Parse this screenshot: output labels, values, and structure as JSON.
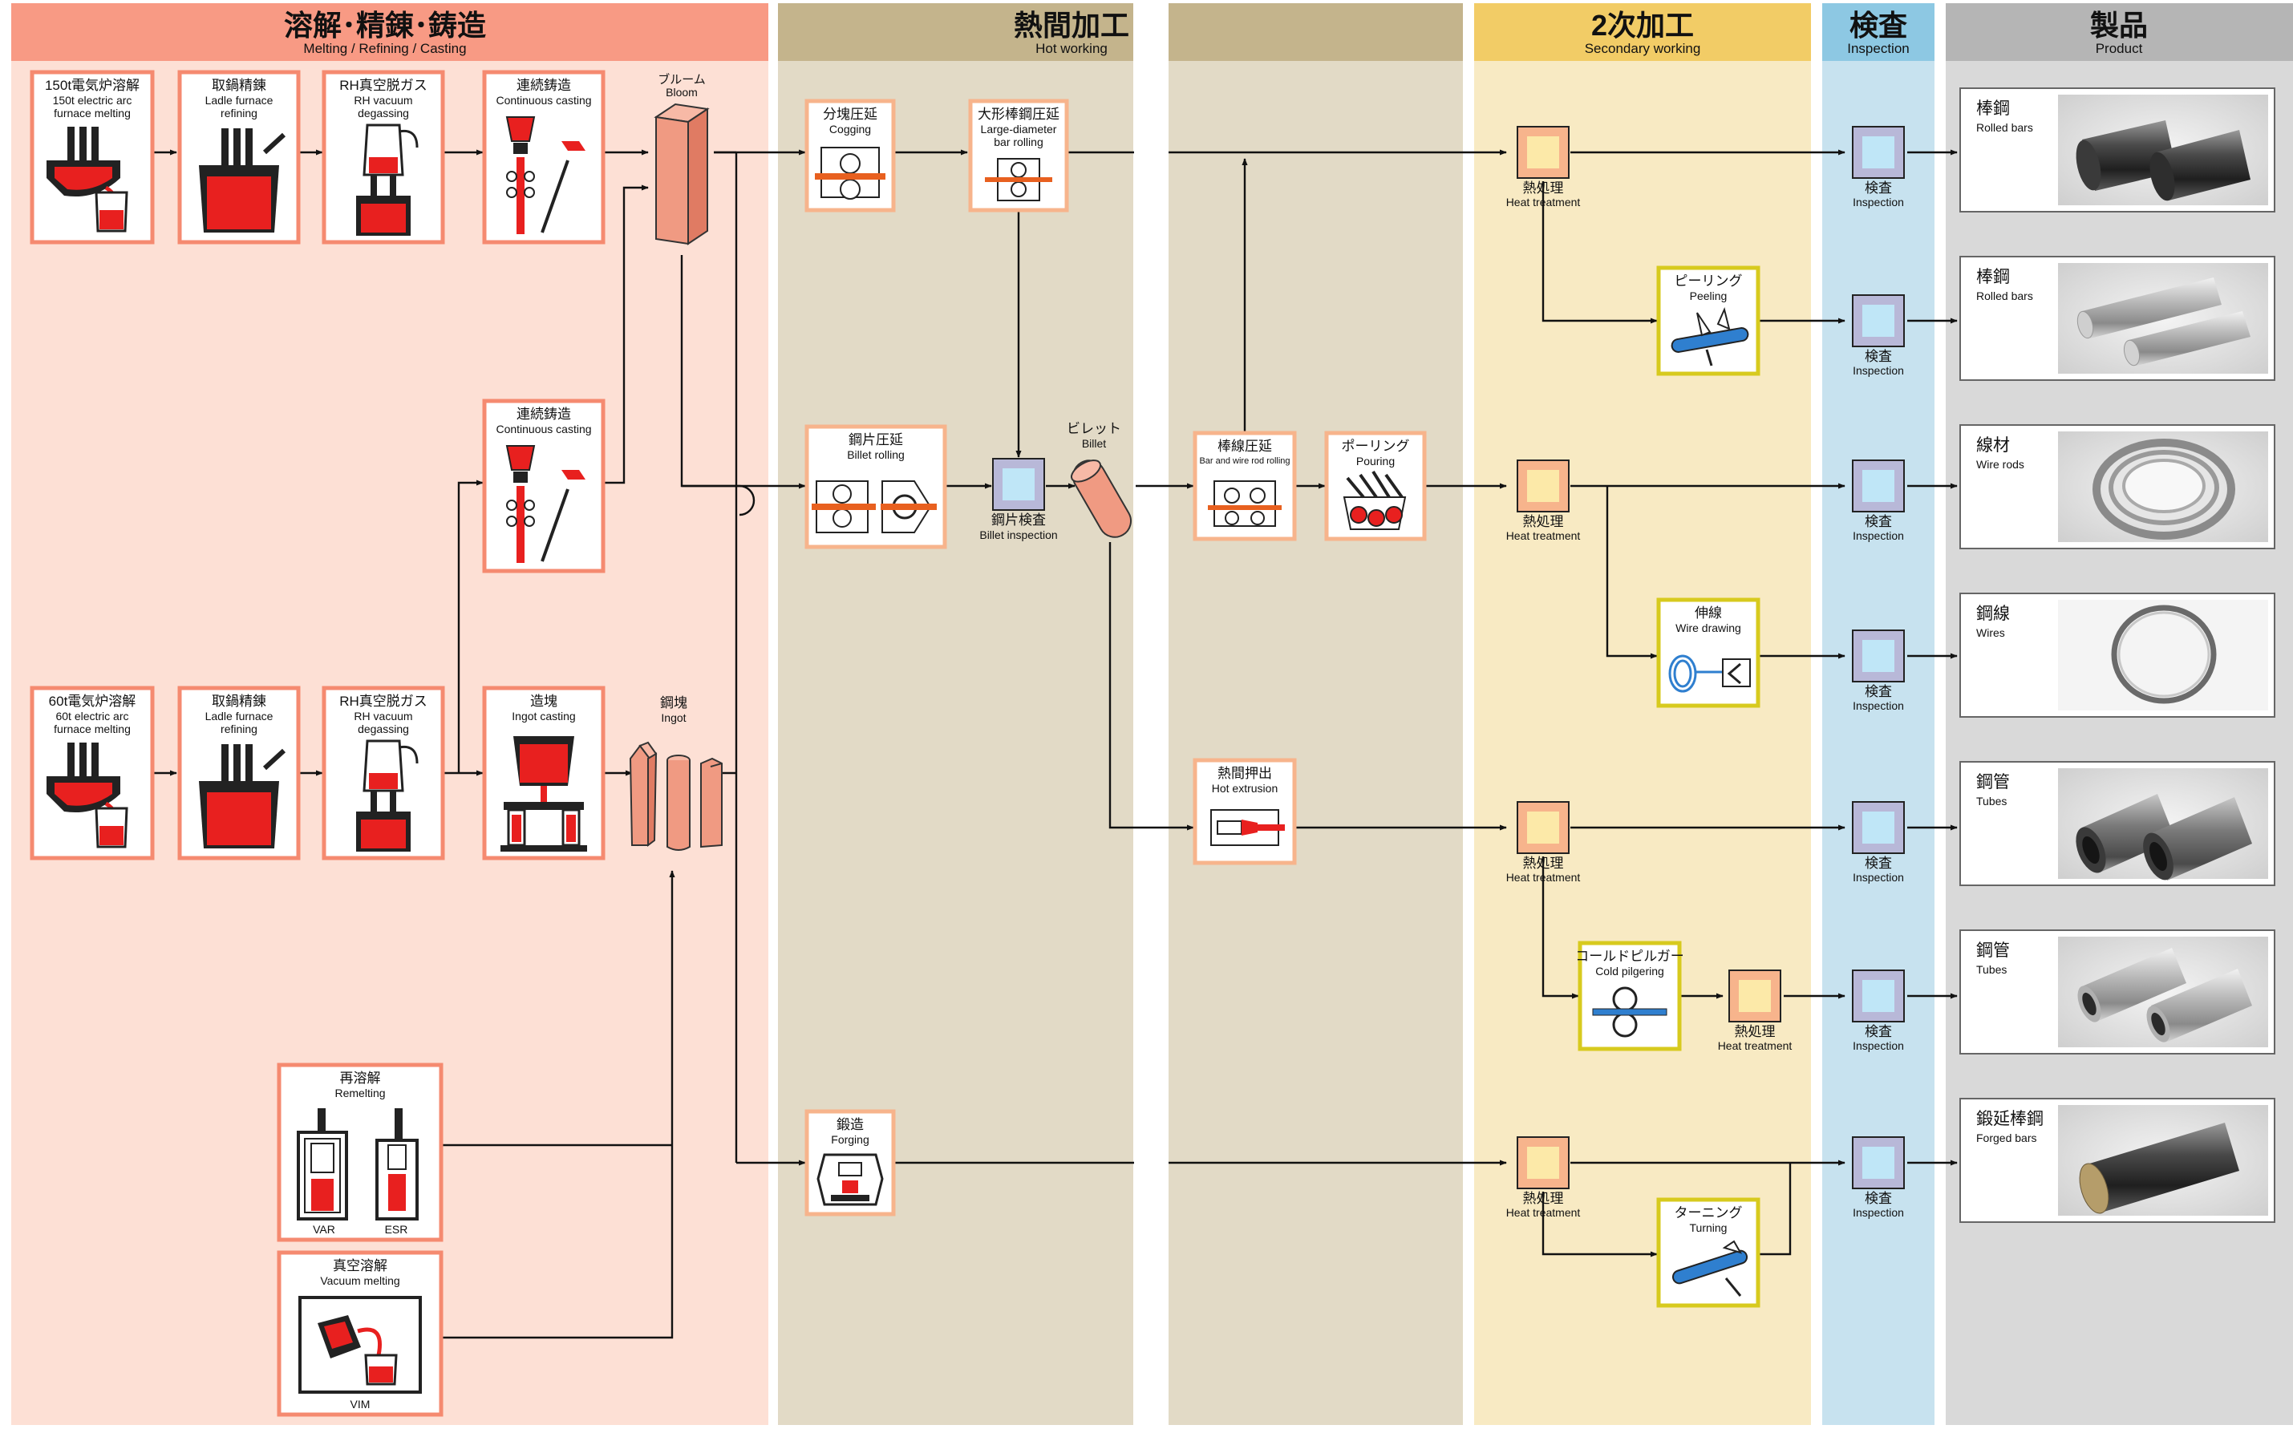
{
  "columns": {
    "melting": {
      "ja": "溶解･精錬･鋳造",
      "en": "Melting / Refining / Casting"
    },
    "hot": {
      "ja": "熱間加工",
      "en": "Hot working"
    },
    "secondary": {
      "ja": "2次加工",
      "en": "Secondary working"
    },
    "inspection": {
      "ja": "検査",
      "en": "Inspection"
    },
    "product": {
      "ja": "製品",
      "en": "Product"
    }
  },
  "melting_boxes": {
    "eaf150": {
      "ja": "150t電気炉溶解",
      "en1": "150t electric arc",
      "en2": "furnace melting"
    },
    "ladle1": {
      "ja": "取鍋精錬",
      "en1": "Ladle furnace",
      "en2": "refining"
    },
    "rh1": {
      "ja": "RH真空脱ガス",
      "en1": "RH vacuum",
      "en2": "degassing"
    },
    "cc1": {
      "ja": "連続鋳造",
      "en1": "Continuous casting"
    },
    "cc2": {
      "ja": "連続鋳造",
      "en1": "Continuous casting"
    },
    "eaf60": {
      "ja": "60t電気炉溶解",
      "en1": "60t electric arc",
      "en2": "furnace melting"
    },
    "ladle2": {
      "ja": "取鍋精錬",
      "en1": "Ladle furnace",
      "en2": "refining"
    },
    "rh2": {
      "ja": "RH真空脱ガス",
      "en1": "RH vacuum",
      "en2": "degassing"
    },
    "ingot_cast": {
      "ja": "造塊",
      "en1": "Ingot casting"
    },
    "remelting": {
      "ja": "再溶解",
      "en1": "Remelting",
      "var": "VAR",
      "esr": "ESR"
    },
    "vim": {
      "ja": "真空溶解",
      "en1": "Vacuum melting",
      "sub": "VIM"
    }
  },
  "materials": {
    "bloom": {
      "ja": "ブルーム",
      "en": "Bloom"
    },
    "ingot": {
      "ja": "鋼塊",
      "en": "Ingot"
    },
    "billet": {
      "ja": "ビレット",
      "en": "Billet"
    }
  },
  "hot_boxes": {
    "cogging": {
      "ja": "分塊圧延",
      "en1": "Cogging"
    },
    "large_bar": {
      "ja": "大形棒鋼圧延",
      "en1": "Large-diameter",
      "en2": "bar rolling"
    },
    "billet_roll": {
      "ja": "鋼片圧延",
      "en1": "Billet rolling"
    },
    "billet_insp": {
      "ja": "鋼片検査",
      "en1": "Billet inspection"
    },
    "forging": {
      "ja": "鍛造",
      "en1": "Forging"
    },
    "bar_wire": {
      "ja": "棒線圧延",
      "en1": "Bar and wire rod rolling"
    },
    "pouring": {
      "ja": "ポーリング",
      "en1": "Pouring"
    },
    "hot_ext": {
      "ja": "熱間押出",
      "en1": "Hot extrusion"
    }
  },
  "secondary_boxes": {
    "heat": {
      "ja": "熱処理",
      "en": "Heat treatment"
    },
    "peeling": {
      "ja": "ピーリング",
      "en1": "Peeling"
    },
    "drawing": {
      "ja": "伸線",
      "en1": "Wire drawing"
    },
    "pilger": {
      "ja": "コールドピルガー",
      "en1": "Cold pilgering"
    },
    "turning": {
      "ja": "ターニング",
      "en1": "Turning"
    }
  },
  "inspect": {
    "ja": "検査",
    "en": "Inspection"
  },
  "products": [
    {
      "ja": "棒鋼",
      "en": "Rolled bars"
    },
    {
      "ja": "棒鋼",
      "en": "Rolled bars"
    },
    {
      "ja": "線材",
      "en": "Wire rods"
    },
    {
      "ja": "鋼線",
      "en": "Wires"
    },
    {
      "ja": "鋼管",
      "en": "Tubes"
    },
    {
      "ja": "鋼管",
      "en": "Tubes"
    },
    {
      "ja": "鍛延棒鋼",
      "en": "Forged bars"
    }
  ],
  "colors": {
    "melting_bg": "#fde0d5",
    "melting_head": "#f89a84",
    "hot_bg": "#e2dac6",
    "hot_head": "#c4b48c",
    "secondary_bg": "#f8eac3",
    "secondary_head": "#f2cc66",
    "inspection_bg": "#c7e2ef",
    "inspection_head": "#8dc8e3",
    "product_bg": "#d9d9d9",
    "product_head": "#b5b5b5",
    "red": "#e8201f",
    "box_orange": "#f7b48c",
    "box_yellow": "#d7ca1e",
    "billet_pink": "#f09a82",
    "heat_sq": "#fce9a8"
  }
}
